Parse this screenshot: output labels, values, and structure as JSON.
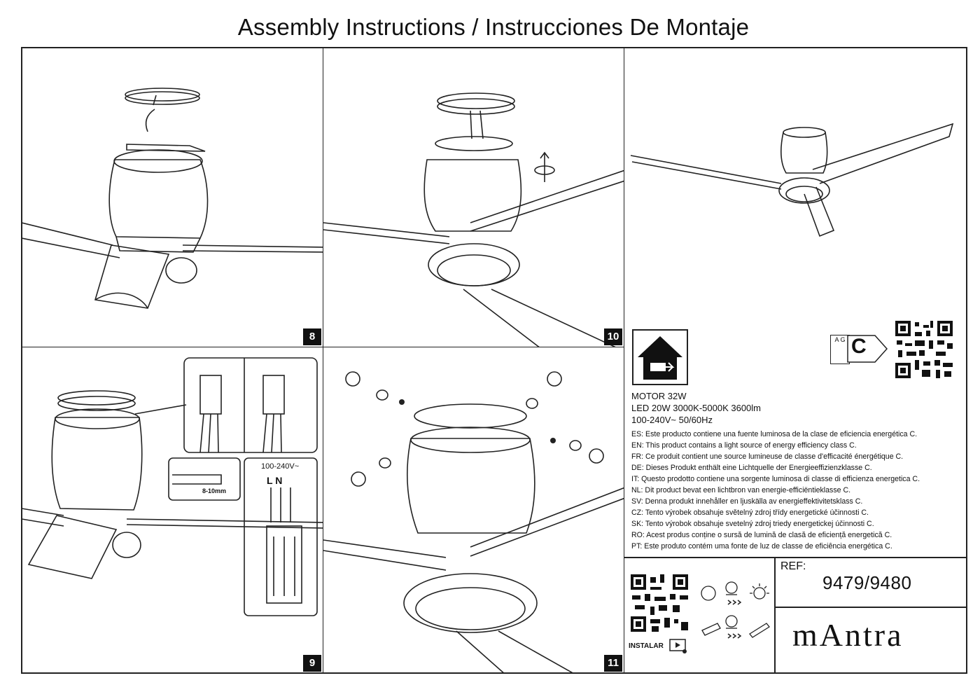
{
  "header": {
    "title": "Assembly Instructions / Instrucciones De Montaje"
  },
  "steps": {
    "s8": "8",
    "s9": "9",
    "s10": "10",
    "s11": "11"
  },
  "wiring": {
    "voltage": "100-240V~",
    "terminals": "L N",
    "strip_length": "8-10mm"
  },
  "specs": {
    "motor": "MOTOR 32W",
    "led": "LED 20W 3000K-5000K 3600lm",
    "power": "100-240V~ 50/60Hz"
  },
  "energy_class": {
    "scale": "A G",
    "class": "C"
  },
  "statements": [
    "ES: Este producto contiene una fuente luminosa de la clase de eficiencia energética C.",
    "EN: This product contains a light source of energy efficiency class C.",
    "FR: Ce produit contient une source lumineuse de classe d'efficacité énergétique C.",
    "DE: Dieses Produkt enthält eine Lichtquelle der Energieeffizienzklasse C.",
    "IT: Questo prodotto contiene una sorgente luminosa di classe di efficienza energetica C.",
    "NL: Dit product bevat een lichtbron van energie-efficiëntieklasse C.",
    "SV: Denna produkt innehåller en ljuskälla av energieffektivitetsklass C.",
    "CZ: Tento výrobek obsahuje světelný zdroj třídy energetické účinnosti C.",
    "SK: Tento výrobok obsahuje svetelný zdroj triedy energetickej účinnosti C.",
    "RO: Acest produs conține o sursă de lumină de clasă de eficiență energetică C.",
    "PT: Este produto contém uma fonte de luz de classe de eficiência energética C."
  ],
  "footer": {
    "instalar": "INSTALAR",
    "ref_label": "REF:",
    "ref_number": "9479/9480",
    "brand": "mAntra"
  }
}
